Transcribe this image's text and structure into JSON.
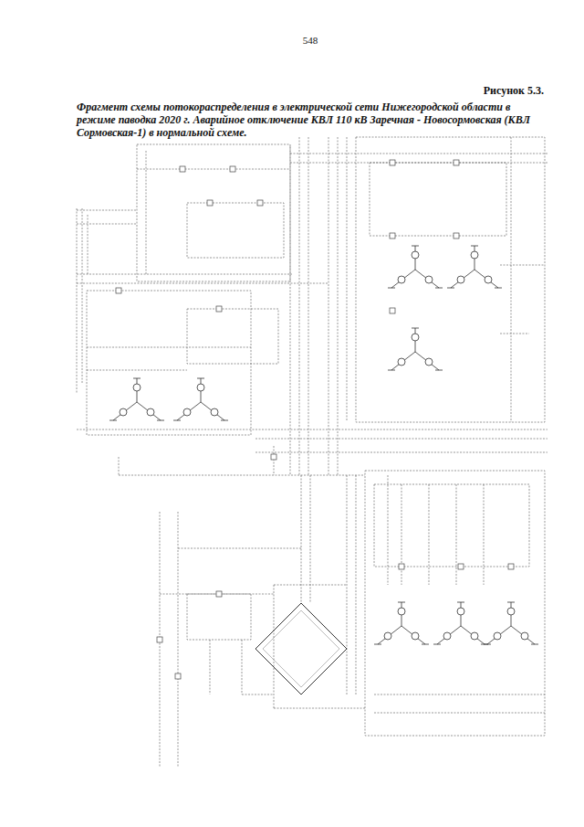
{
  "diagram": {
    "title": "Рисунок 5.3.",
    "caption": "Фрагмент схемы потокораспределения в электрической сети Нижегородской области в режиме паводка 2020 г. Аварийное отключение КВЛ 110 кВ Заречная - Новосормовская (КВЛ Сормовская-1) в нормальной схеме.",
    "labels": [
      "548"
    ]
  }
}
